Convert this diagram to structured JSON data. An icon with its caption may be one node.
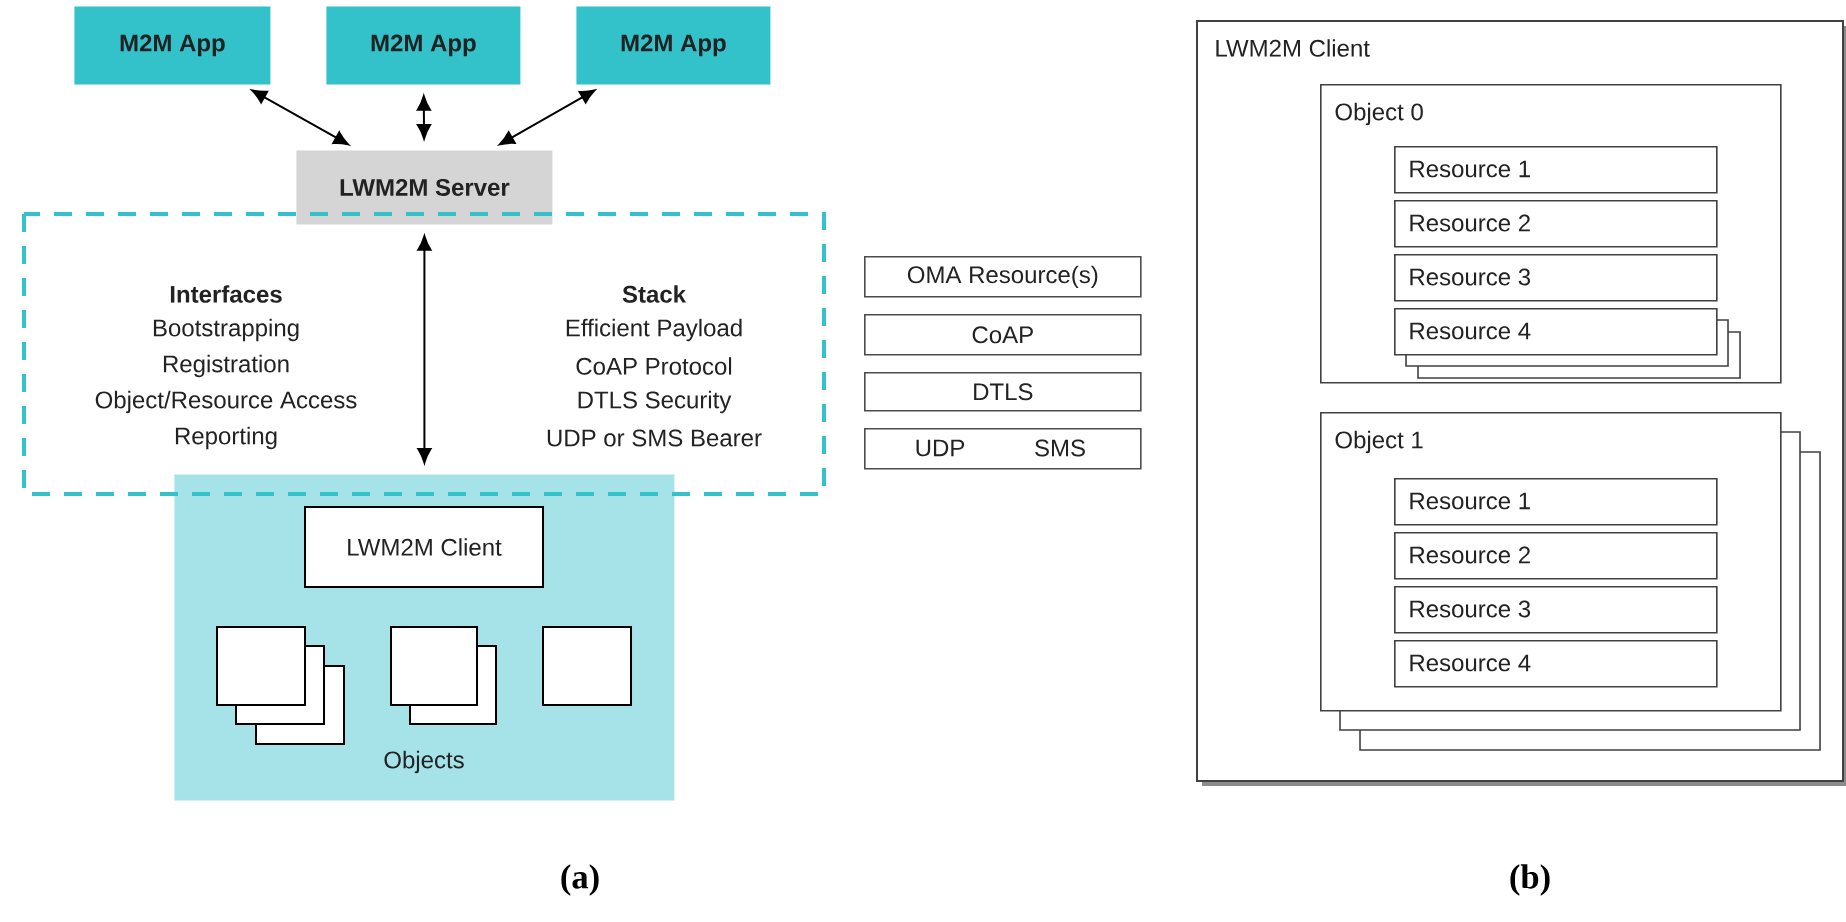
{
  "diagram": {
    "nodes": [
      {
        "text": [
          "M2M App"
        ]
      },
      {
        "text": [
          "M2M App"
        ]
      },
      {
        "text": [
          "M2M App"
        ]
      },
      {
        "text": [
          "LWM2M Server"
        ]
      },
      {
        "text": [
          "Objects"
        ]
      },
      {
        "text": [
          "LWM2M Client"
        ],
        "in": 4
      },
      {
        "text": [],
        "shape": "box",
        "in": 4
      },
      {
        "text": [],
        "shape": "box",
        "in": 4
      },
      {
        "text": [],
        "shape": "box",
        "in": 4
      },
      {
        "text": [
          "OMA Resource(s)"
        ]
      },
      {
        "text": [
          "CoAP"
        ]
      },
      {
        "text": [
          "DTLS"
        ]
      },
      {
        "text": [
          "UDP",
          "SMS"
        ]
      },
      {
        "text": [
          "LWM2M Client"
        ]
      },
      {
        "text": [
          "Object 0"
        ],
        "in": 13
      },
      {
        "text": [
          "Resource 1"
        ],
        "in": 14
      },
      {
        "text": [
          "Resource 2"
        ],
        "in": 14
      },
      {
        "text": [
          "Resource 3"
        ],
        "in": 14
      },
      {
        "text": [
          "Resource 4"
        ],
        "in": 14
      },
      {
        "text": [
          "Object 1"
        ],
        "in": 13
      },
      {
        "text": [
          "Resource 1"
        ],
        "in": 19
      },
      {
        "text": [
          "Resource 2"
        ],
        "in": 19
      },
      {
        "text": [
          "Resource 3"
        ],
        "in": 19
      },
      {
        "text": [
          "Resource 4"
        ],
        "in": 19
      }
    ],
    "edges": [
      {
        "from": 0,
        "to": 3,
        "arrow": "both"
      },
      {
        "from": 1,
        "to": 3,
        "arrow": "both"
      },
      {
        "from": 2,
        "to": 3,
        "arrow": "both"
      },
      {
        "from": 3,
        "to": 4,
        "arrow": "both"
      }
    ],
    "labels": [
      "Interfaces",
      "Bootstrapping",
      "Registration",
      "Object/Resource Access",
      "Reporting",
      "Stack",
      "Efficient Payload",
      "CoAP Protocol",
      "DTLS Security",
      "UDP or SMS Bearer",
      "(a)",
      "(b)"
    ]
  }
}
